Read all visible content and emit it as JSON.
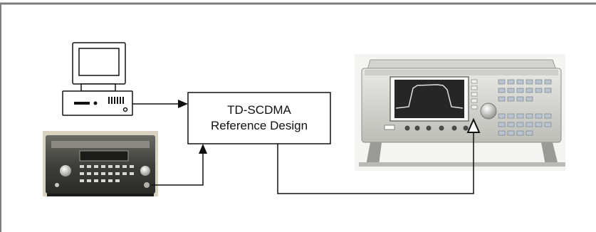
{
  "diagram": {
    "block": {
      "line1": "TD-SCDMA",
      "line2": "Reference Design"
    },
    "nodes": [
      {
        "id": "pc",
        "icon": "desktop-computer-icon"
      },
      {
        "id": "signal-generator",
        "icon": "signal-generator-photo"
      },
      {
        "id": "spectrum-analyzer",
        "icon": "spectrum-analyzer-photo"
      }
    ],
    "connections": [
      {
        "from": "pc",
        "to": "reference-design"
      },
      {
        "from": "signal-generator",
        "to": "reference-design"
      },
      {
        "from": "reference-design",
        "to": "spectrum-analyzer"
      }
    ]
  }
}
